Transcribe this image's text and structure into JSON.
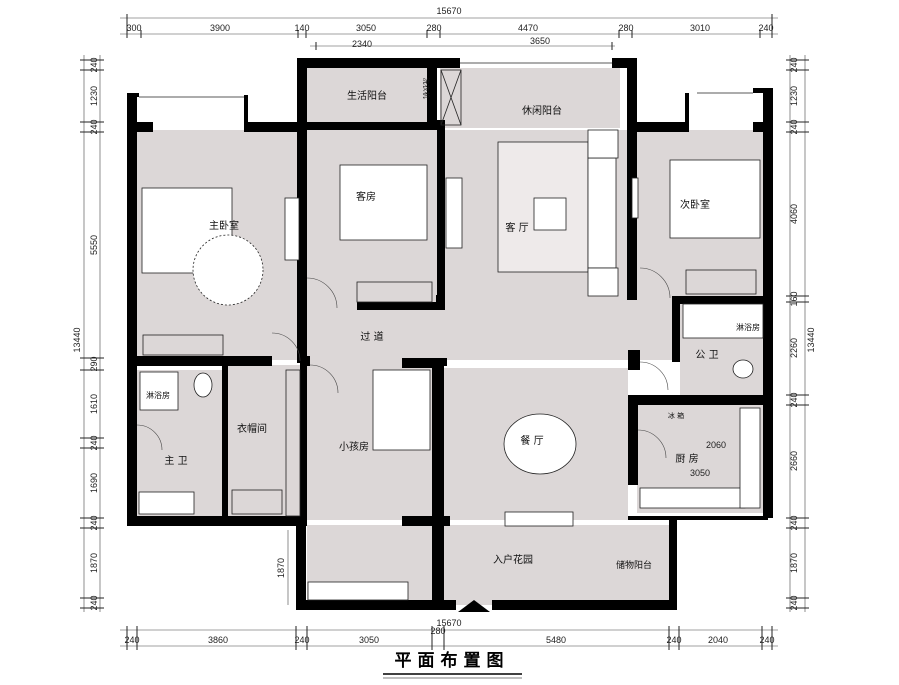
{
  "title": "平面布置图",
  "dims_top_total": "15670",
  "dims_top": [
    "300",
    "3900",
    "140",
    "3050",
    "280",
    "4470",
    "280",
    "3010",
    "240"
  ],
  "dims_top_inner": [
    "2340",
    "3650"
  ],
  "dims_bottom_total": "15670",
  "dims_bottom": [
    "240",
    "3860",
    "240",
    "3050",
    "280",
    "5480",
    "240",
    "2040",
    "240"
  ],
  "dims_left_total": "13440",
  "dims_left": [
    "240",
    "1230",
    "240",
    "5550",
    "290",
    "1610",
    "240",
    "1690",
    "240",
    "1870",
    "240"
  ],
  "dims_right_total": "13440",
  "dims_right": [
    "240",
    "1230",
    "240",
    "4060",
    "160",
    "2260",
    "240",
    "2660",
    "240",
    "1870",
    "240"
  ],
  "dims_inner_left": "1870",
  "dims_kitchen": [
    "2060",
    "3050"
  ],
  "rooms": {
    "master_bedroom": "主卧室",
    "guest_room": "客房",
    "living_room": "客  厅",
    "second_bedroom": "次卧室",
    "service_balcony": "生活阳台",
    "leisure_balcony": "休闲阳台",
    "corridor": "过  道",
    "master_bath": "主  卫",
    "shower_master": "淋浴房",
    "cloakroom": "衣帽间",
    "kids_room": "小孩房",
    "dining_room": "餐  厅",
    "public_bath": "公  卫",
    "shower_public": "淋浴房",
    "kitchen": "厨  房",
    "entry_garden": "入户花园",
    "storage_balcony": "储物阳台",
    "washer": "洗衣机",
    "fridge": "冰  箱"
  }
}
